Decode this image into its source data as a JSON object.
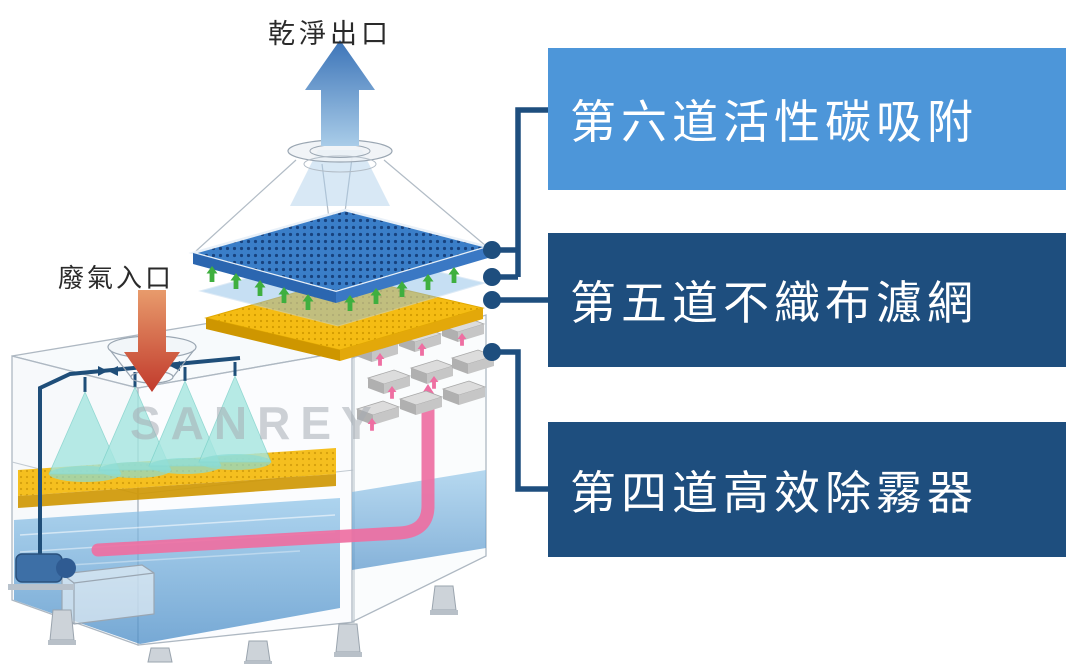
{
  "diagram": {
    "clean_outlet_label": "乾淨出口",
    "waste_inlet_label": "廢氣入口",
    "watermark": "SANREY"
  },
  "callouts": {
    "stage6": {
      "label": "第六道活性碳吸附",
      "bg": "#4D96D9"
    },
    "stage5": {
      "label": "第五道不織布濾網",
      "bg": "#1E4E7E"
    },
    "stage4": {
      "label": "第四道高效除霧器",
      "bg": "#1E4E7E"
    }
  },
  "colors": {
    "connector": "#1E4E7E",
    "callout_light_blue": "#4D96D9",
    "callout_dark_blue": "#1E4E7E",
    "clean_air_arrow_blue": "#3C74B8",
    "waste_gas_arrow_red": "#C13A2C",
    "carbon_filter_blue": "#3A7EC8",
    "filter_layer_yellow": "#F2B705",
    "spray_cone_cyan": "#8ADCD4",
    "water_blue": "#5FA8DC",
    "recirculation_pipe_pink": "#EE6FA2",
    "flow_arrow_green": "#3FAF3F"
  }
}
